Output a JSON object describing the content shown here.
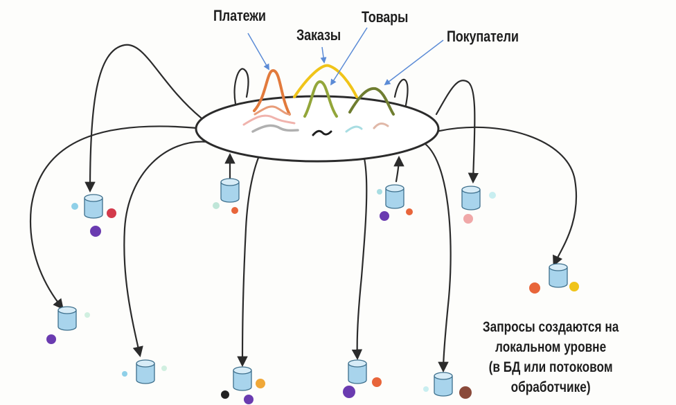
{
  "labels": {
    "payments": "Платежи",
    "orders": "Заказы",
    "goods": "Товары",
    "customers": "Покупатели"
  },
  "note": {
    "line1": "Запросы создаются на",
    "line2": "локальном уровне",
    "line3": "(в БД или потоковом обработчике)"
  },
  "colors": {
    "ink": "#2b2b2b",
    "database": "#a8d4ec",
    "database_stroke": "#3d6f8c",
    "payments_stream": "#e27a3c",
    "orders_stream": "#f0c419",
    "goods_stream": "#93a63a",
    "customers_stream": "#6f7d30",
    "arrow_blue": "#5b8bd6"
  }
}
